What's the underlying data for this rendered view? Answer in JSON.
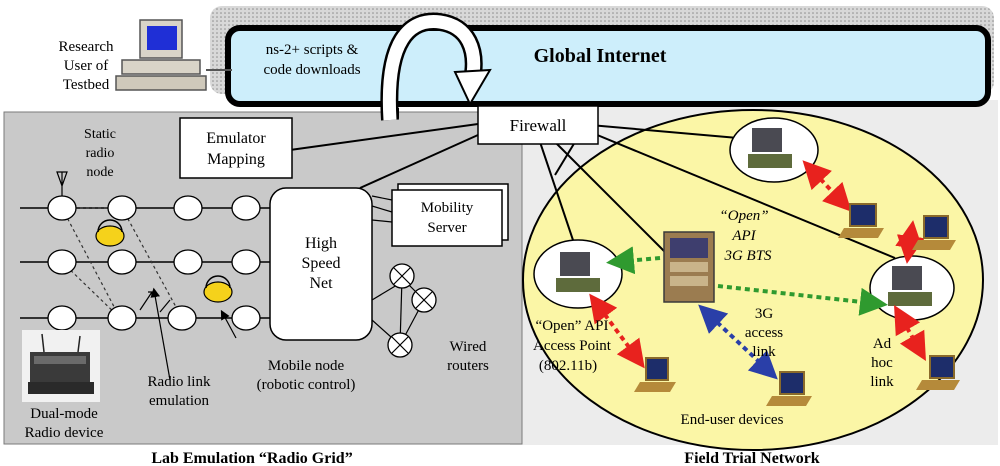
{
  "research_user": [
    "Research",
    "User of",
    "Testbed"
  ],
  "ns2_scripts": [
    "ns-2+ scripts &",
    "code downloads"
  ],
  "global_internet": "Global  Internet",
  "firewall": "Firewall",
  "emulator_mapping": [
    "Emulator",
    "Mapping"
  ],
  "static_radio_node": [
    "Static",
    "radio",
    "node"
  ],
  "mobility_server": [
    "Mobility",
    "Server"
  ],
  "high_speed_net": [
    "High",
    "Speed",
    "Net"
  ],
  "mobile_node": [
    "Mobile node",
    "(robotic control)"
  ],
  "radio_link_emulation": [
    "Radio link",
    "emulation"
  ],
  "dual_mode_radio": [
    "Dual-mode",
    "Radio device"
  ],
  "wired_routers": [
    "Wired",
    "routers"
  ],
  "lab_emulation_caption": "Lab Emulation “Radio Grid”",
  "field_trial_caption": "Field Trial Network",
  "open_api_bts": [
    "“Open”",
    "API",
    "3G BTS"
  ],
  "open_api_ap": [
    "“Open” API",
    "Access Point",
    "(802.11b)"
  ],
  "access_link": [
    "3G",
    "access",
    "link"
  ],
  "adhoc_link": [
    "Ad",
    "hoc",
    "link"
  ],
  "end_user_devices": "End-user devices",
  "colors": {
    "internet_fill": "#cdeefb",
    "internet_border": "#000000",
    "lab_bg": "#c9c9c9",
    "field_ellipse": "#fbf6a6",
    "red_link": "#e8221e",
    "green_link": "#2f9a2f",
    "blue_link": "#2a3fa8",
    "mobile_yellow": "#f5d21b"
  }
}
